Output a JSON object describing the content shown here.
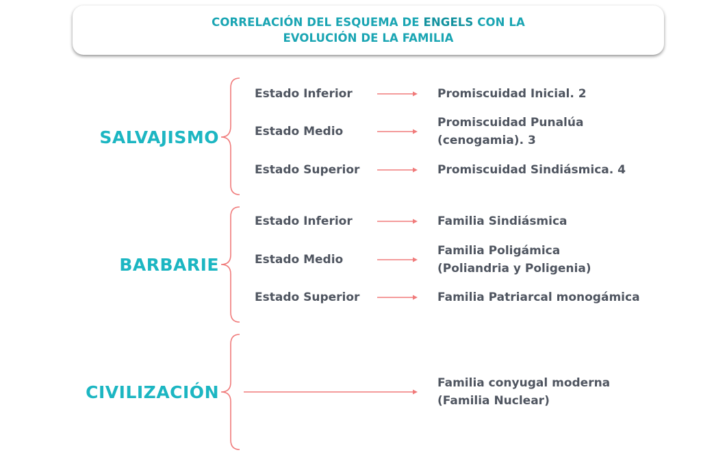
{
  "title": {
    "line1_before": "CORRELACIÓN DEL ESQUEMA DE ",
    "line1_highlight": "ENGELS",
    "line1_after": " CON LA",
    "line2": "EVOLUCIÓN DE LA FAMILIA"
  },
  "colors": {
    "title": "#1aa5b3",
    "stage": "#1cb6c2",
    "brace": "#f07a7a",
    "text": "#4f5560"
  },
  "stages": [
    {
      "name": "SALVAJISMO",
      "rows": [
        {
          "estado": "Estado Inferior",
          "result": [
            "Promiscuidad Inicial. 2"
          ]
        },
        {
          "estado": "Estado Medio",
          "result": [
            "Promiscuidad Punalúa",
            "(cenogamia). 3"
          ]
        },
        {
          "estado": "Estado Superior",
          "result": [
            "Promiscuidad Sindiásmica. 4"
          ]
        }
      ]
    },
    {
      "name": "BARBARIE",
      "rows": [
        {
          "estado": "Estado Inferior",
          "result": [
            "Familia Sindiásmica"
          ]
        },
        {
          "estado": "Estado Medio",
          "result": [
            "Familia Poligámica",
            "(Poliandria y Poligenia)"
          ]
        },
        {
          "estado": "Estado Superior",
          "result": [
            "Familia Patriarcal monogámica"
          ]
        }
      ]
    },
    {
      "name": "CIVILIZACIÓN",
      "rows": [
        {
          "estado": "",
          "result": [
            "Familia conyugal moderna",
            "(Familia Nuclear)"
          ]
        }
      ]
    }
  ]
}
